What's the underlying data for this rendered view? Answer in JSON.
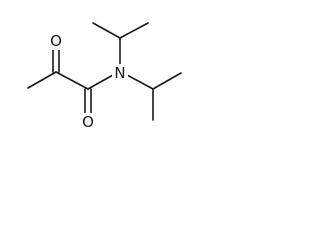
{
  "molecule": {
    "atoms": {
      "o_ketone": "O",
      "o_amide": "O",
      "n_amide": "N"
    },
    "colors": {
      "bond": "#1a1a1a",
      "label": "#1a1a1a",
      "background": "#ffffff"
    }
  }
}
